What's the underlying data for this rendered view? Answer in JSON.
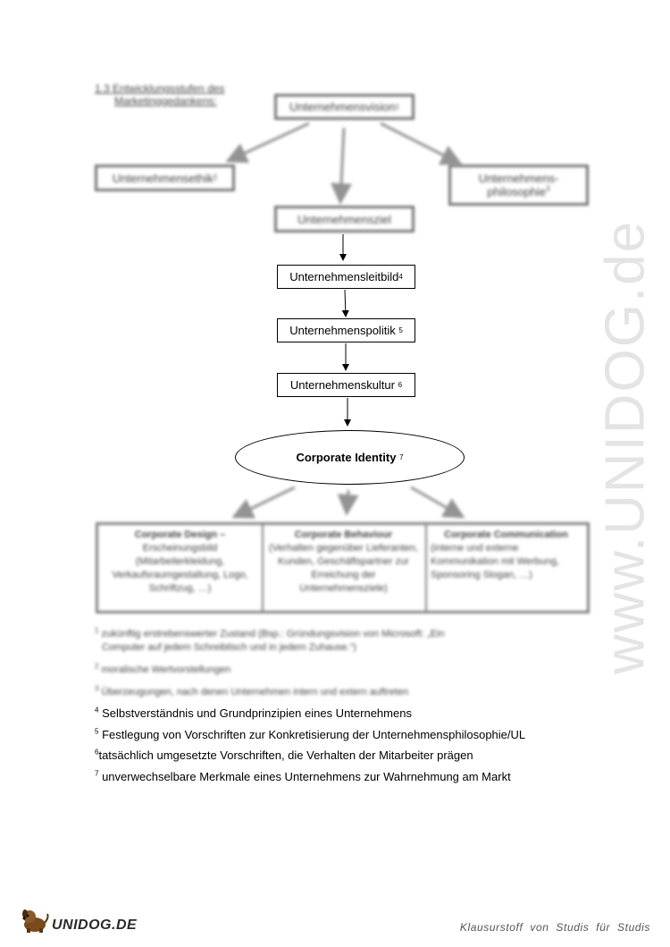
{
  "section_heading": {
    "line1": "1.3 Entwicklungsstufen des",
    "line2": "Marketinggedankens:"
  },
  "diagram": {
    "vision": {
      "label": "Unternehmensvision",
      "sup": "1"
    },
    "ethik": {
      "label": "Unternehmensethik",
      "sup": "2"
    },
    "philosophie": {
      "line1": "Unternehmens-",
      "line2": "philosophie",
      "sup": "3"
    },
    "ziel": {
      "label": "Unternehmensziel"
    },
    "leitbild": {
      "label": "Unternehmensleitbild",
      "sup": "4"
    },
    "politik": {
      "label": "Unternehmenspolitik",
      "sup": "5"
    },
    "kultur": {
      "label": "Unternehmenskultur",
      "sup": "6"
    },
    "ci": {
      "label": "Corporate Identity",
      "sup": "7"
    },
    "columns": [
      {
        "title": "Corporate Design –",
        "text": "Erscheinungsbild (Mitarbeiterkleidung, Verkaufsraumgestaltung, Logo, Schriftzug, …)"
      },
      {
        "title": "Corporate Behaviour",
        "text": "(Verhalten gegenüber Lieferanten, Kunden, Geschäftspartner zur Erreichung der Unternehmensziele)"
      },
      {
        "title": "Corporate Communication",
        "text": "(interne und externe Kommunikation mit Werbung, Sponsoring Slogan, …)"
      }
    ]
  },
  "footnotes": [
    {
      "num": "1",
      "text": "zukünftig erstrebenswerter Zustand (Bsp.: Gründungsvision von Microsoft: „Ein",
      "text2": "Computer auf jedem Schreibtisch und in jedem Zuhause.“)"
    },
    {
      "num": "2",
      "text": "moralische Wertvorstellungen"
    },
    {
      "num": "3",
      "text": "Überzeugungen, nach denen Unternehmen intern und extern auftreten"
    },
    {
      "num": "4",
      "text": "Selbstverständnis und Grundprinzipien eines Unternehmens"
    },
    {
      "num": "5",
      "text": "Festlegung von Vorschriften zur Konkretisierung der Unternehmensphilosophie/UL"
    },
    {
      "num": "6",
      "text": "tatsächlich umgesetzte Vorschriften, die Verhalten der Mitarbeiter prägen"
    },
    {
      "num": "7",
      "text": "unverwechselbare Merkmale eines Unternehmens zur Wahrnehmung am Markt"
    }
  ],
  "watermark": "www.UNIDOG.de",
  "footer": {
    "logo": "UNIDOG.DE",
    "tagline": "Klausurstoff von Studis für Studis"
  }
}
